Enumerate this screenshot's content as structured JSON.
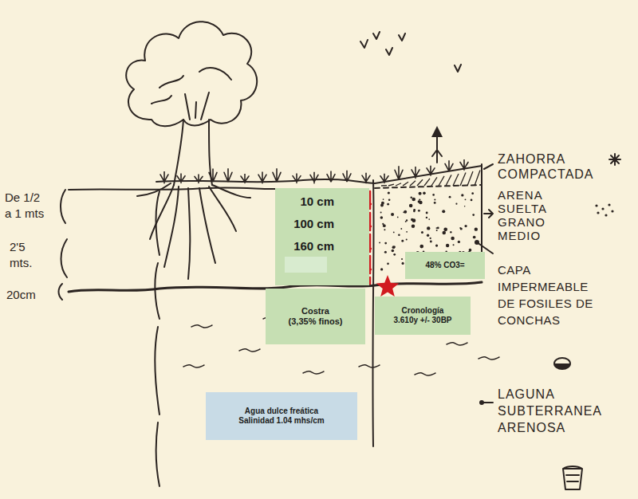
{
  "diagram": {
    "nodes": [
      {
        "text": [
          "10 cm",
          "100 cm",
          "160 cm"
        ]
      },
      {
        "text": [
          "48% CO3="
        ]
      },
      {
        "text": [
          "Costra (3,35% finos)"
        ]
      },
      {
        "text": [
          "Cronología 3.610y +/- 30BP"
        ]
      },
      {
        "text": [
          "Agua dulce freática Salinidad 1.04 mhs/cm"
        ]
      }
    ],
    "labels": [
      "De 1/2 a 1 mts",
      "2'5 mts.",
      "20cm",
      "ZAHORRA COMPACTADA",
      "ARENA SUELTA GRANO MEDIO",
      "CAPA IMPERMEABLE DE FOSILES DE CONCHAS",
      "LAGUNA SUBTERRANEA ARENOSA"
    ]
  }
}
